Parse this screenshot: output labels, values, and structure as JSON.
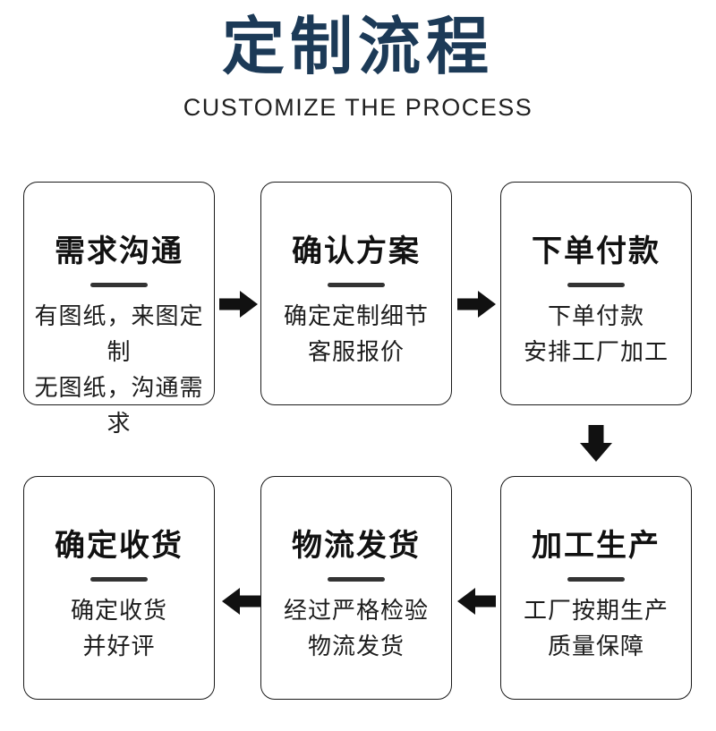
{
  "header": {
    "title": "定制流程",
    "subtitle": "CUSTOMIZE THE PROCESS"
  },
  "steps": [
    {
      "title": "需求沟通",
      "line1": "有图纸，来图定制",
      "line2": "无图纸，沟通需求"
    },
    {
      "title": "确认方案",
      "line1": "确定定制细节",
      "line2": "客服报价"
    },
    {
      "title": "下单付款",
      "line1": "下单付款",
      "line2": "安排工厂加工"
    },
    {
      "title": "加工生产",
      "line1": "工厂按期生产",
      "line2": "质量保障"
    },
    {
      "title": "物流发货",
      "line1": "经过严格检验",
      "line2": "物流发货"
    },
    {
      "title": "确定收货",
      "line1": "确定收货",
      "line2": "并好评"
    }
  ],
  "flow_arrows": [
    "arrow-right",
    "arrow-right",
    "arrow-down",
    "arrow-left",
    "arrow-left"
  ],
  "colors": {
    "title_navy": "#1c3a57",
    "text_black": "#111111",
    "box_border": "#1a1a1a",
    "divider": "#333333",
    "arrow": "#111111",
    "background": "#ffffff"
  }
}
